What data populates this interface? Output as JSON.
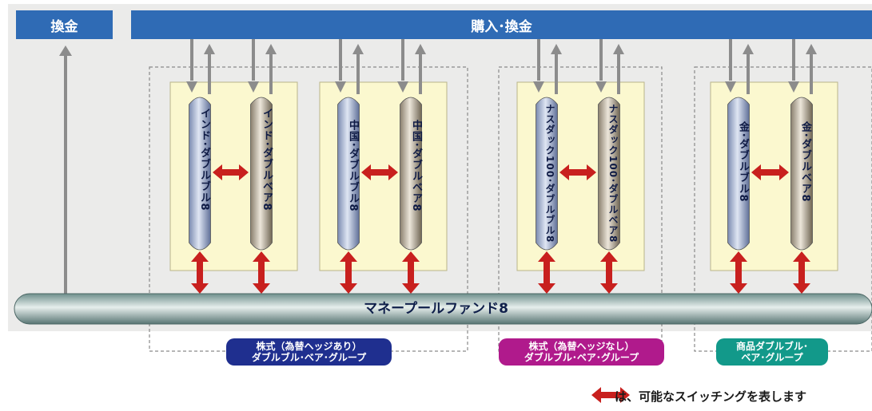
{
  "header": {
    "withdraw_label": "換金",
    "purchase_withdraw_label": "購入･換金"
  },
  "funds": [
    {
      "label": "インド･ダブルブル8"
    },
    {
      "label": "インド･ダブルベア8"
    },
    {
      "label": "中国･ダブルブル8"
    },
    {
      "label": "中国･ダブルベア8"
    },
    {
      "label": "ナスダック100･ダブルブル8"
    },
    {
      "label": "ナスダック100･ダブルベア8"
    },
    {
      "label": "金･ダブルブル8"
    },
    {
      "label": "金･ダブルベア8"
    }
  ],
  "money_pool_label": "マネープールファンド8",
  "groups": [
    {
      "line1": "株式（為替ヘッジあり）",
      "line2": "ダブルブル･ベア･グループ",
      "color": "#1f2f8f"
    },
    {
      "line1": "株式（為替ヘッジなし）",
      "line2": "ダブルブル･ベア･グループ",
      "color": "#b01a8c"
    },
    {
      "line1": "商品ダブルブル･",
      "line2": "ベア･グループ",
      "color": "#12998a"
    }
  ],
  "legend_text": "は、可能なスイッチングを表します",
  "colors": {
    "bar": "#2f6bb5",
    "switch_arrow": "#c8201e",
    "flow_arrow": "#8c8c8c",
    "panel_bg": "#ebebea",
    "fund_box_bg": "#fbf8cf"
  }
}
